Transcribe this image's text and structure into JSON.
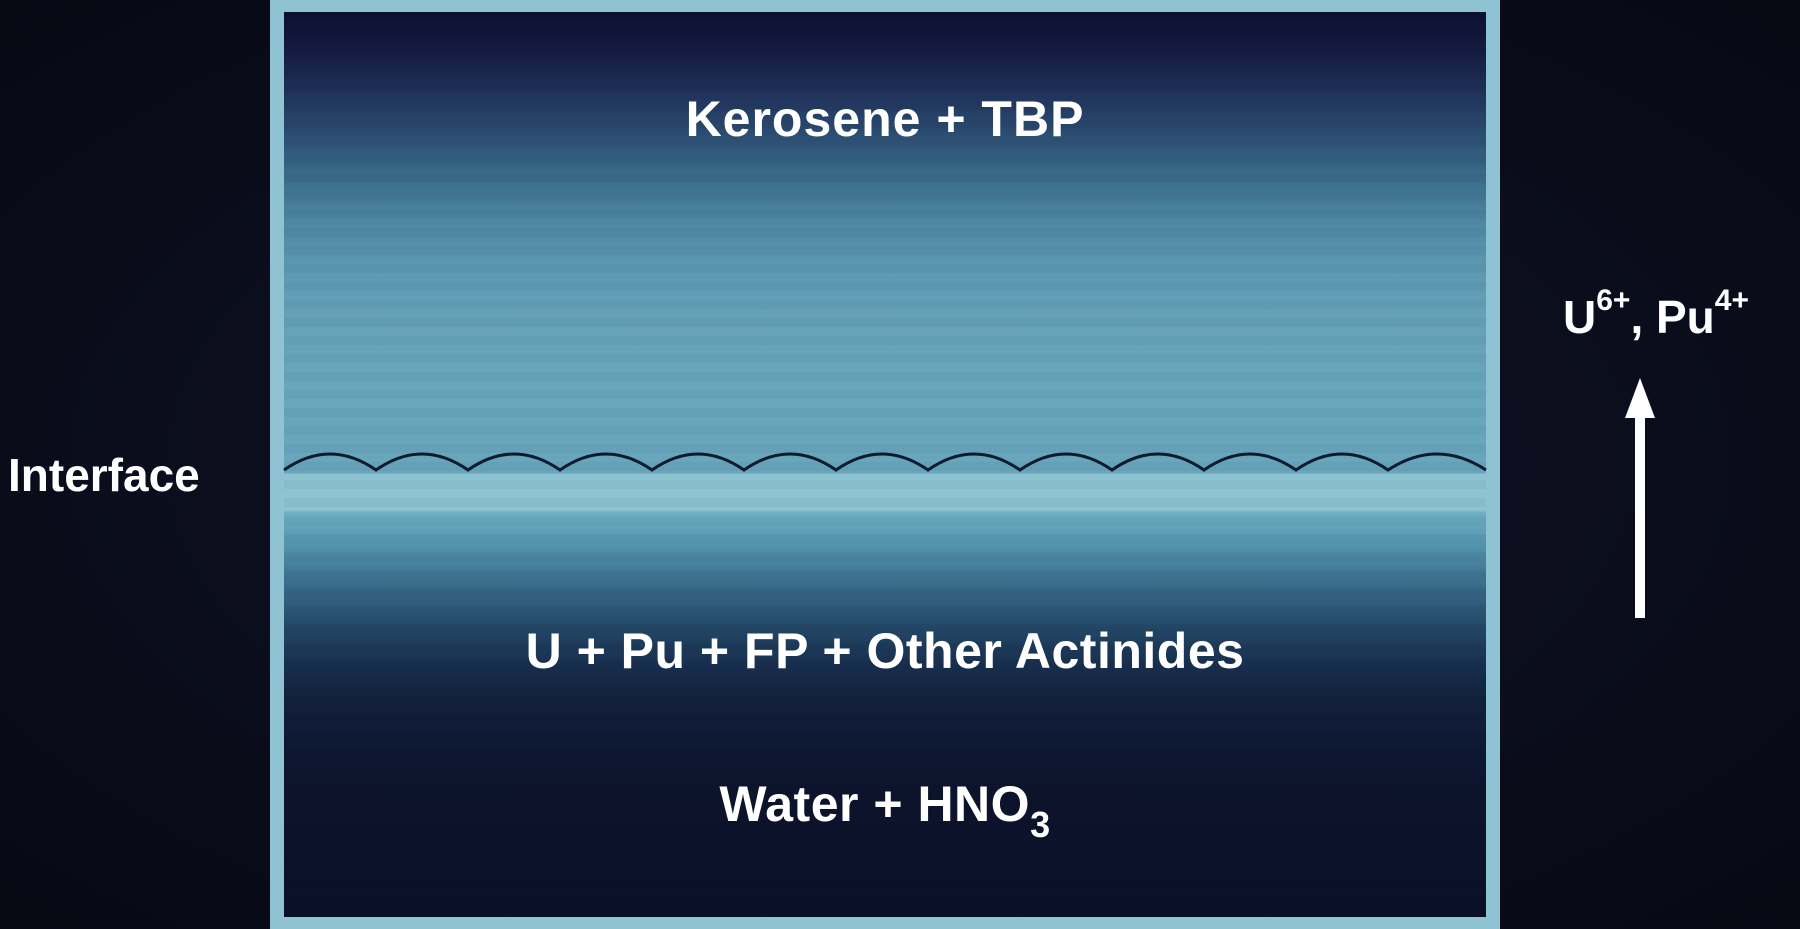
{
  "phases": {
    "organic": "Kerosene + TBP",
    "solutes": "U + Pu + FP + Other Actinides",
    "aqueous_main": "Water + HNO",
    "aqueous_sub": "3"
  },
  "interface_label": "Interface",
  "transfer": {
    "u_base": "U",
    "u_sup": "6+",
    "separator": ",",
    "pu_base": "Pu",
    "pu_sup": "4+",
    "arrow_icon": "arrow-up-icon"
  },
  "colors": {
    "background": "#0b0d1c",
    "container_border": "#8fc3d3",
    "organic_phase": "#68a6bd",
    "interface_band": "#8ec3d1",
    "aqueous_phase": "#0c142c",
    "text": "#ffffff"
  }
}
